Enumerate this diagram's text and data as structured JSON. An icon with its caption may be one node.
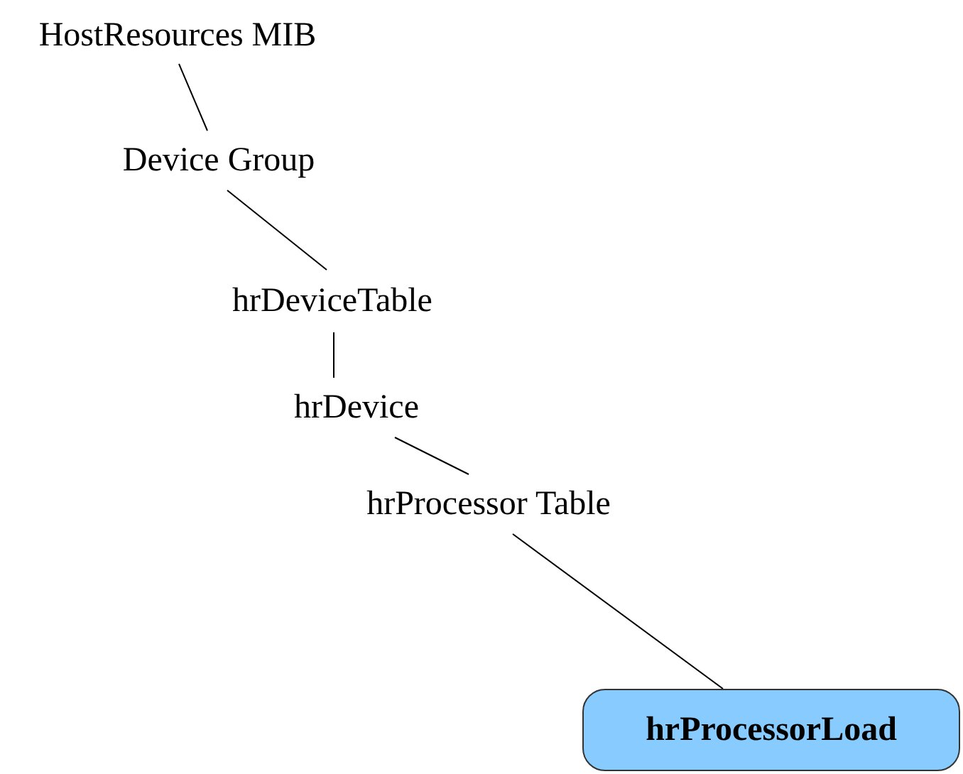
{
  "diagram": {
    "nodes": [
      {
        "text": [
          "HostResources MIB"
        ]
      },
      {
        "text": [
          "Device Group"
        ]
      },
      {
        "text": [
          "hrDeviceTable"
        ]
      },
      {
        "text": [
          "hrDevice"
        ]
      },
      {
        "text": [
          "hrProcessor Table"
        ]
      },
      {
        "text": [
          "hrProcessorLoad"
        ]
      }
    ],
    "edges": [
      {
        "from": 0,
        "to": 1,
        "arrow": "none"
      },
      {
        "from": 1,
        "to": 2,
        "arrow": "none"
      },
      {
        "from": 2,
        "to": 3,
        "arrow": "none"
      },
      {
        "from": 3,
        "to": 4,
        "arrow": "none"
      },
      {
        "from": 4,
        "to": 5,
        "arrow": "none"
      }
    ]
  }
}
